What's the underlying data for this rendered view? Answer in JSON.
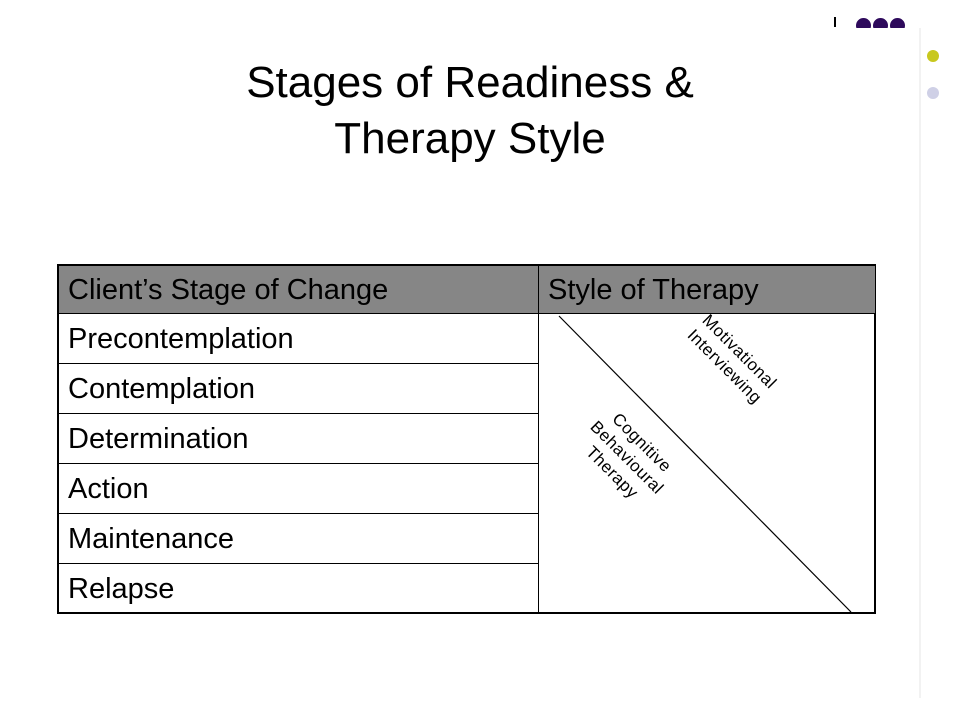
{
  "title": {
    "line1": "Stages of Readiness &",
    "line2": "Therapy Style"
  },
  "table": {
    "headers": [
      "Client’s Stage of Change",
      "Style of Therapy"
    ],
    "stages": [
      "Precontemplation",
      "Contemplation",
      "Determination",
      "Action",
      "Maintenance",
      "Relapse"
    ],
    "upper_label": [
      "Motivational",
      "Interviewing"
    ],
    "lower_label": [
      "Cognitive",
      "Behavioural",
      "Therapy"
    ]
  },
  "colors": {
    "header_fill": "#868686",
    "accent_purple": "#2e0a5c",
    "accent_yellow": "#c8c81e",
    "accent_lavender": "#cfd0e6"
  }
}
